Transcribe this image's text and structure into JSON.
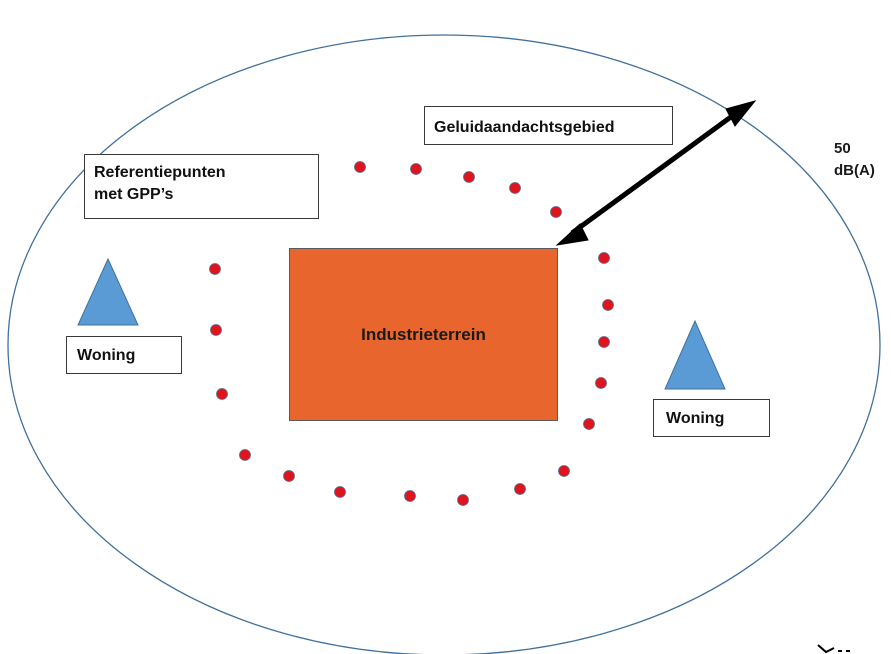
{
  "labels": {
    "noise_zone": "Geluidaandachtsgebied",
    "reference_points_line1": "Referentiepunten",
    "reference_points_line2": "met GPP’s",
    "industrial_area": "Industrieterrein",
    "dwelling_left": "Woning",
    "dwelling_right": "Woning",
    "contour_value": "50",
    "contour_unit": "dB(A)"
  },
  "colors": {
    "industrial_area_fill": "#E8662E",
    "dwelling_fill": "#5B9BD5",
    "dwelling_stroke": "#41719C",
    "reference_point_fill": "#E0141C",
    "reference_point_stroke": "#5A6B8C",
    "ellipse_stroke": "#41719C",
    "arrow": "#000000"
  },
  "icons": {
    "dwelling": "triangle",
    "reference_point": "dot",
    "distance_arrow": "double-headed-arrow"
  }
}
